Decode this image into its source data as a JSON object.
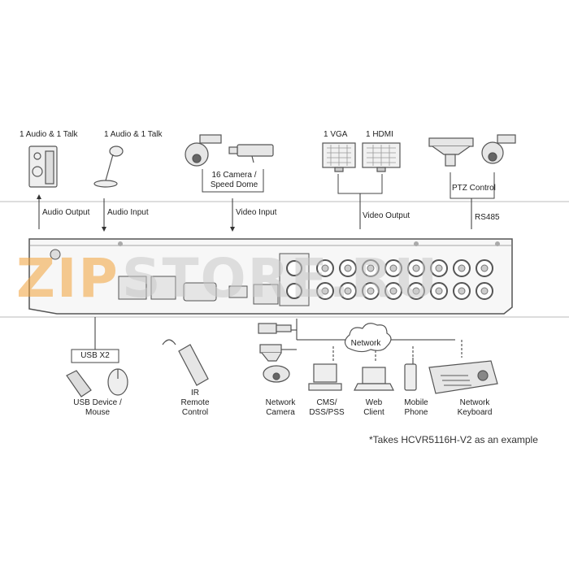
{
  "top": {
    "audio_output_title": "1 Audio & 1 Talk",
    "audio_input_title": "1 Audio & 1 Talk",
    "camera_title_1": "16 Camera /",
    "camera_title_2": "Speed Dome",
    "vga_title": "1 VGA",
    "hdmi_title": "1 HDMI",
    "audio_output_arrow": "Audio Output",
    "audio_input_arrow": "Audio Input",
    "video_input_arrow": "Video Input",
    "video_output_arrow": "Video Output",
    "ptz_control": "PTZ Control",
    "rs485": "RS485"
  },
  "watermark": {
    "left": "ZIP",
    "right": "STORE.RU",
    "left_color": "#f2a23a",
    "right_color": "#c9c9c9"
  },
  "bottom": {
    "usb_box": "USB X2",
    "usb_device_1": "USB Device /",
    "usb_device_2": "Mouse",
    "ir_1": "IR",
    "ir_2": "Remote",
    "ir_3": "Control",
    "network_cloud": "Network",
    "network_camera_1": "Network",
    "network_camera_2": "Camera",
    "cms_1": "CMS/",
    "cms_2": "DSS/PSS",
    "web_1": "Web",
    "web_2": "Client",
    "mobile_1": "Mobile",
    "mobile_2": "Phone",
    "keyboard_1": "Network",
    "keyboard_2": "Keyboard"
  },
  "footnote": "*Takes HCVR5116H-V2 as an example"
}
